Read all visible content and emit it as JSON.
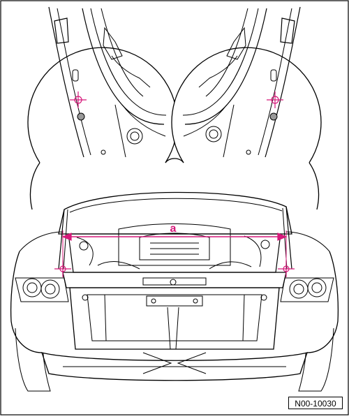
{
  "figure": {
    "dimension_label": "a",
    "figure_number": "N00-10030"
  },
  "colors": {
    "line": "#000000",
    "accent": "#d6197a",
    "background": "#ffffff"
  },
  "icons": [
    "crosshair-marker",
    "dimension-arrow"
  ]
}
